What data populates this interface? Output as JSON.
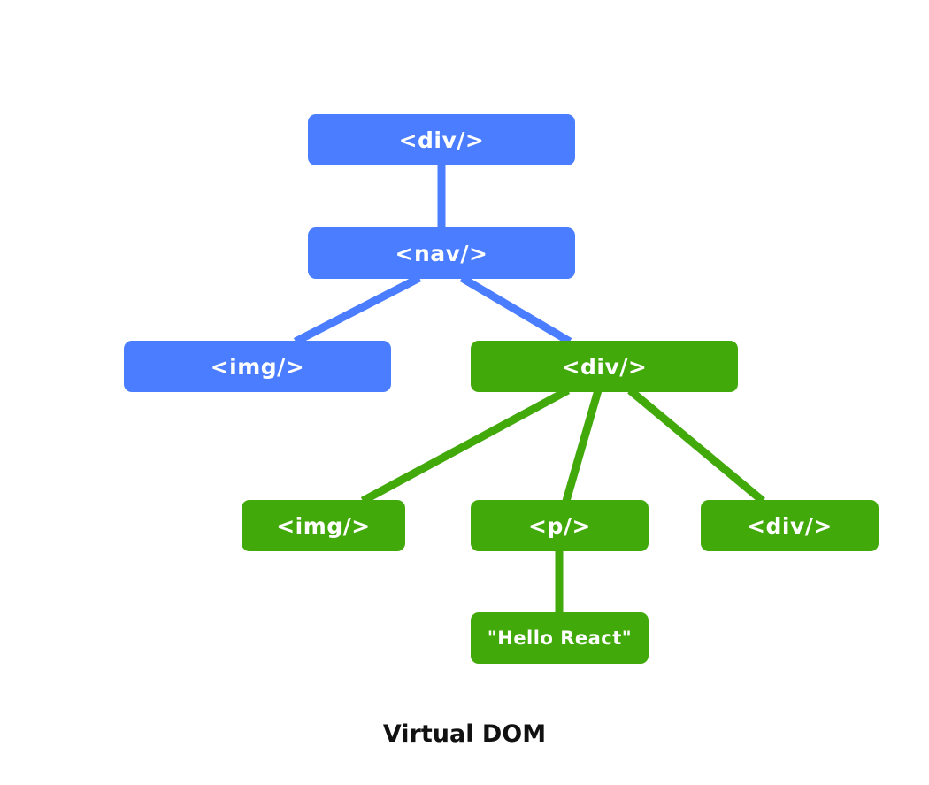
{
  "colors": {
    "blue": "#4A7DFF",
    "green": "#42A90A"
  },
  "nodes": {
    "root_div": {
      "label": "<div/>",
      "color": "blue"
    },
    "nav": {
      "label": "<nav/>",
      "color": "blue"
    },
    "nav_img": {
      "label": "<img/>",
      "color": "blue"
    },
    "nav_div": {
      "label": "<div/>",
      "color": "green"
    },
    "inner_img": {
      "label": "<img/>",
      "color": "green"
    },
    "inner_p": {
      "label": "<p/>",
      "color": "green"
    },
    "inner_div": {
      "label": "<div/>",
      "color": "green"
    },
    "text_node": {
      "label": "\"Hello React\"",
      "color": "green"
    }
  },
  "edges": [
    {
      "from": "root_div",
      "to": "nav",
      "color": "blue"
    },
    {
      "from": "nav",
      "to": "nav_img",
      "color": "blue"
    },
    {
      "from": "nav",
      "to": "nav_div",
      "color": "blue"
    },
    {
      "from": "nav_div",
      "to": "inner_img",
      "color": "green"
    },
    {
      "from": "nav_div",
      "to": "inner_p",
      "color": "green"
    },
    {
      "from": "nav_div",
      "to": "inner_div",
      "color": "green"
    },
    {
      "from": "inner_p",
      "to": "text_node",
      "color": "green"
    }
  ],
  "caption": "Virtual DOM"
}
